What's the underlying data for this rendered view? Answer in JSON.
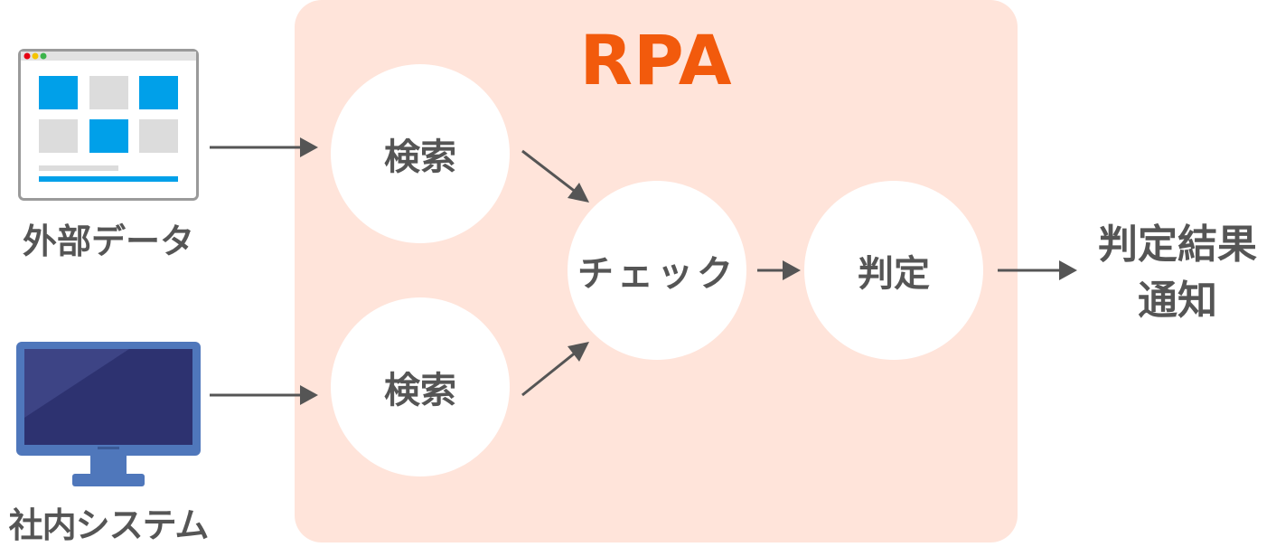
{
  "diagram": {
    "title": "RPA",
    "inputs": [
      {
        "label": "外部データ",
        "icon": "browser-window-icon"
      },
      {
        "label": "社内システム",
        "icon": "desktop-monitor-icon"
      }
    ],
    "nodes": {
      "search_1": "検索",
      "search_2": "検索",
      "check": "チェック",
      "judge": "判定"
    },
    "output": {
      "line1": "判定結果",
      "line2": "通知"
    },
    "colors": {
      "panel": "#ffe4da",
      "title": "#f25a0c",
      "text": "#555555",
      "arrow": "#555555",
      "browser_accent": "#00a0e9",
      "monitor_screen": "#2d3270",
      "monitor_frame": "#4f77bb"
    }
  }
}
